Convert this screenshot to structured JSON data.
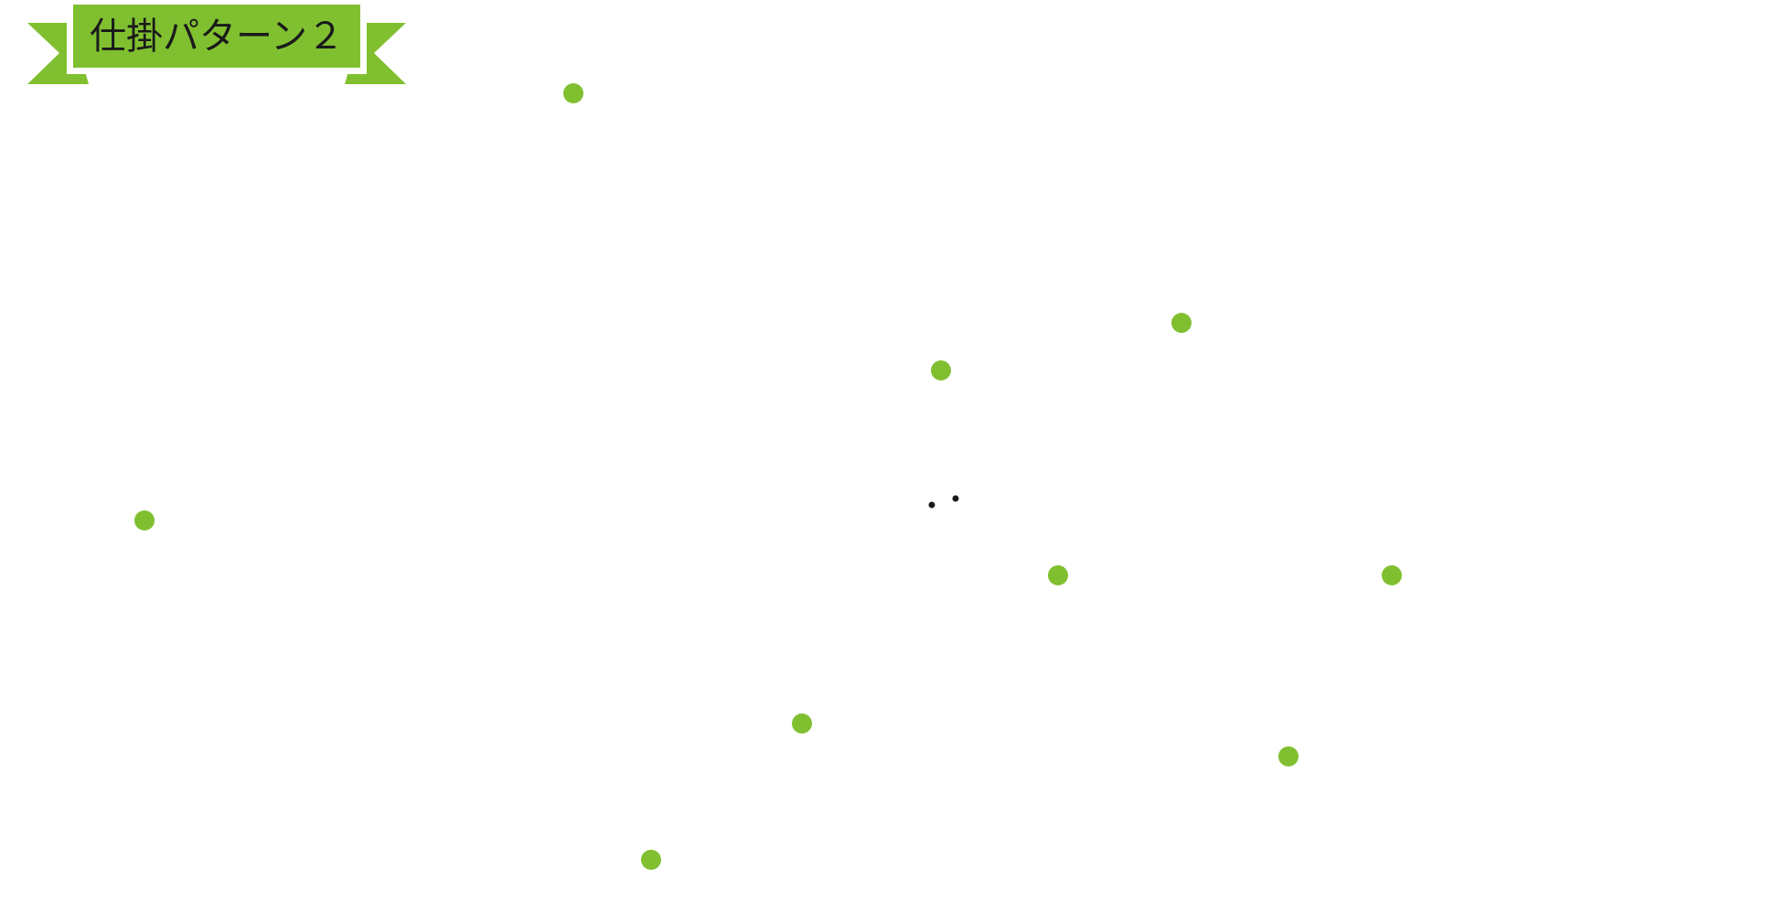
{
  "banner": {
    "title": "仕掛パターン２",
    "color": "#80c030",
    "text_color": "#1a1a1a"
  },
  "marker_colors": {
    "green": "#80c030",
    "black": "#1a1a1a"
  },
  "green_dots": [
    {
      "id": "dot-1"
    },
    {
      "id": "dot-2"
    },
    {
      "id": "dot-3"
    },
    {
      "id": "dot-4"
    },
    {
      "id": "dot-5"
    },
    {
      "id": "dot-6"
    },
    {
      "id": "dot-7"
    },
    {
      "id": "dot-8"
    },
    {
      "id": "dot-9"
    }
  ],
  "center_marks": [
    {
      "id": "mark-1"
    },
    {
      "id": "mark-2"
    }
  ]
}
